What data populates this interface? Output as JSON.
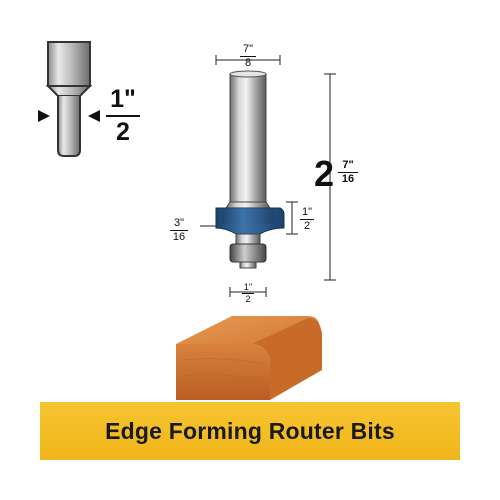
{
  "shank_icon": {
    "num": "1\"",
    "den": "2"
  },
  "dimensions": {
    "top_width": {
      "num": "7\"",
      "den": "8"
    },
    "overall_length": {
      "whole": "2",
      "num": "7\"",
      "den": "16"
    },
    "cut_height": {
      "num": "1\"",
      "den": "2"
    },
    "radius": {
      "num": "3\"",
      "den": "16"
    },
    "bearing_width": {
      "num": "1\"",
      "den": "2"
    }
  },
  "banner": {
    "title": "Edge Forming Router Bits"
  },
  "colors": {
    "banner": "#f0b51a",
    "cutter": "#2c5f93",
    "wood": "#d77a34"
  }
}
